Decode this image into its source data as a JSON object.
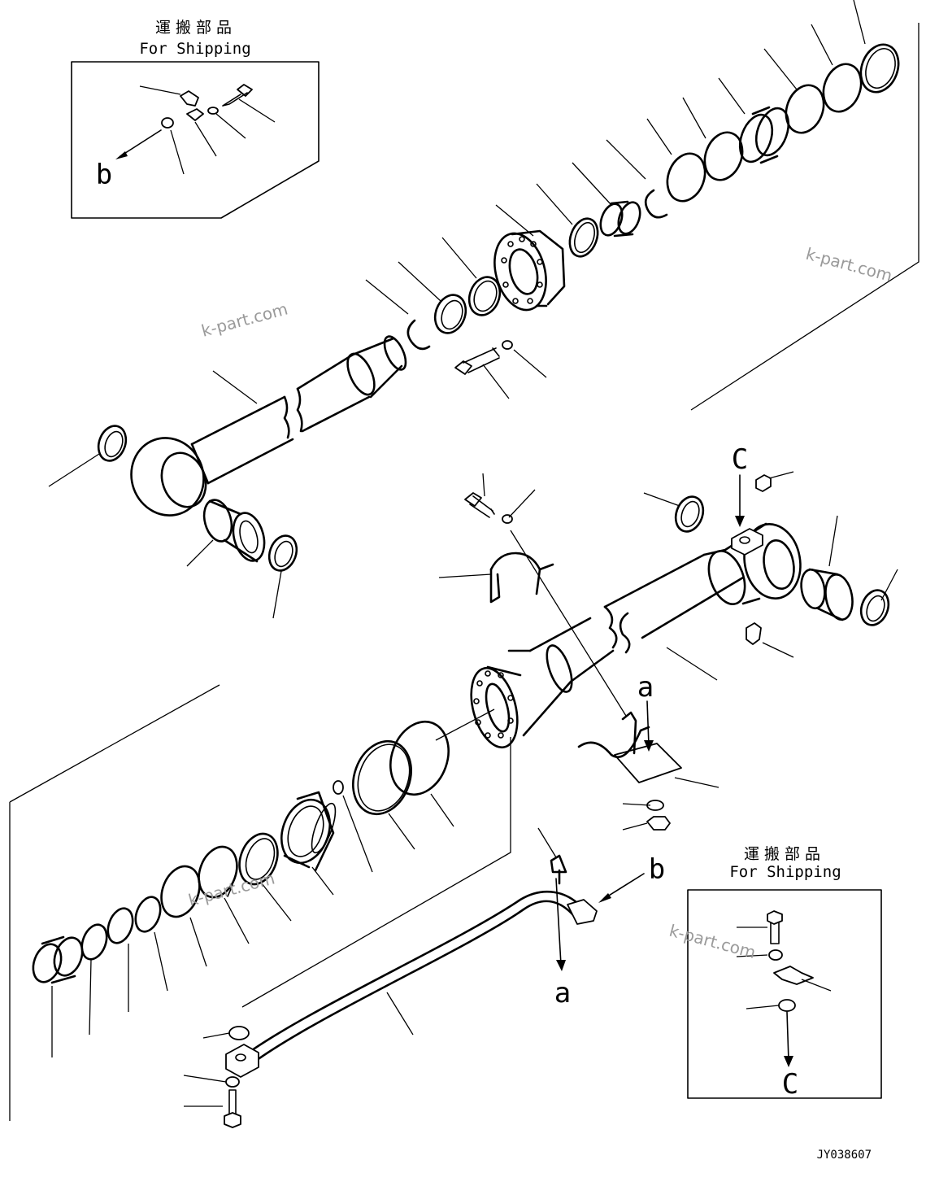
{
  "shipping_box_top": {
    "label_jp": "運 搬 部 品",
    "label_en": "For Shipping",
    "arrow_label": "b"
  },
  "shipping_box_bottom": {
    "label_jp": "運 搬 部 品",
    "label_en": "For Shipping",
    "arrow_label": "C"
  },
  "callouts": {
    "c_upper": "C",
    "a_upper": "a",
    "b_right": "b",
    "a_lower": "a"
  },
  "watermarks": [
    "k-part.com",
    "k-part.com",
    "k-part.com",
    "k-part.com"
  ],
  "drawing_code": "JY038607"
}
